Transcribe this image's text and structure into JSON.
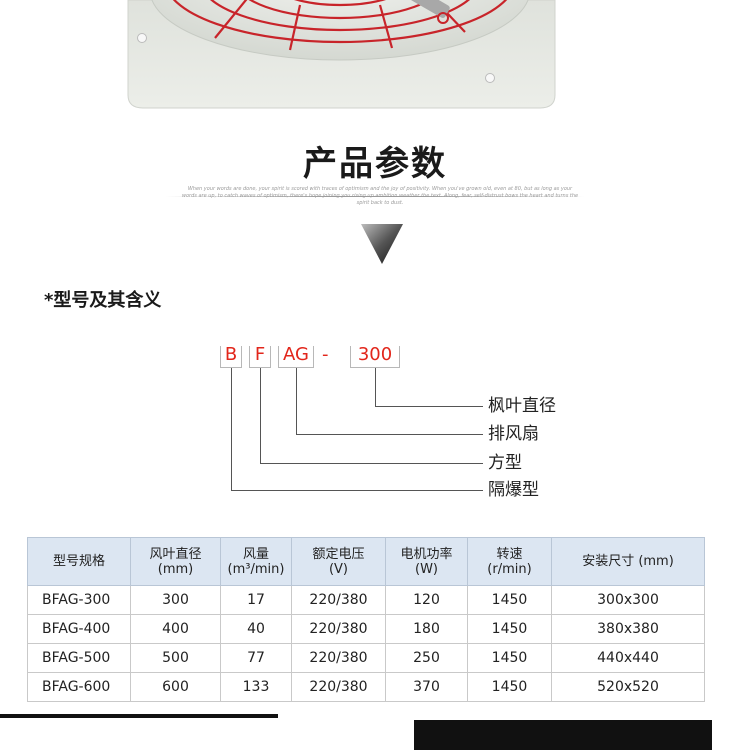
{
  "section": {
    "heading": "产品参数",
    "subtitle_text": "When your words are done, your spirit is scored with traces of optimism and the joy of positivity. When you've grown old, even at 80, but as long as your words are up, to catch waves of optimism, there's hope joining you rising up ambition weather the text. Along, fear, self-distrust bows the heart and turns the spirit back to dust."
  },
  "model": {
    "title": "*型号及其含义",
    "codes": [
      "B",
      "F",
      "AG",
      "300"
    ],
    "dash": "-",
    "meanings": [
      "枫叶直径",
      "排风扇",
      "方型",
      "隔爆型"
    ]
  },
  "table": {
    "headers": [
      [
        "型号规格",
        ""
      ],
      [
        "风叶直径",
        "(mm)"
      ],
      [
        "风量",
        "(m³/min)"
      ],
      [
        "额定电压",
        "(V)"
      ],
      [
        "电机功率",
        "(W)"
      ],
      [
        "转速",
        "(r/min)"
      ],
      [
        "安装尺寸 (mm)",
        ""
      ]
    ],
    "rows": [
      [
        "BFAG-300",
        "300",
        "17",
        "220/380",
        "120",
        "1450",
        "300x300"
      ],
      [
        "BFAG-400",
        "400",
        "40",
        "220/380",
        "180",
        "1450",
        "380x380"
      ],
      [
        "BFAG-500",
        "500",
        "77",
        "220/380",
        "250",
        "1450",
        "440x440"
      ],
      [
        "BFAG-600",
        "600",
        "133",
        "220/380",
        "370",
        "1450",
        "520x520"
      ]
    ]
  },
  "colors": {
    "accent_red": "#e2261b",
    "header_bg": "#dce6f2",
    "fan_plate": "#e3e6e0",
    "guard_red": "#c8242a"
  }
}
